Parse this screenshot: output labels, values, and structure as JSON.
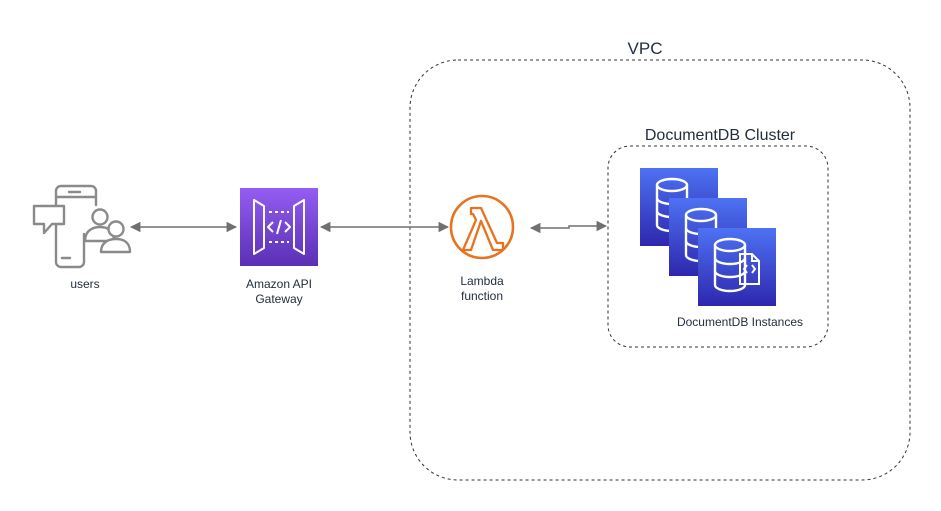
{
  "diagram": {
    "vpc_label": "VPC",
    "cluster_label": "DocumentDB Cluster",
    "users_label": "users",
    "api_gateway_label_line1": "Amazon API",
    "api_gateway_label_line2": "Gateway",
    "lambda_label_line1": "Lambda",
    "lambda_label_line2": "function",
    "instances_label": "DocumentDB Instances"
  },
  "colors": {
    "api_gateway_top": "#945DF2",
    "api_gateway_bottom": "#5A30B5",
    "lambda": "#E7731F",
    "documentdb_top": "#4D72F3",
    "documentdb_bottom": "#2E27AD",
    "users_icon": "#8a8a8a",
    "arrow": "#707070"
  }
}
